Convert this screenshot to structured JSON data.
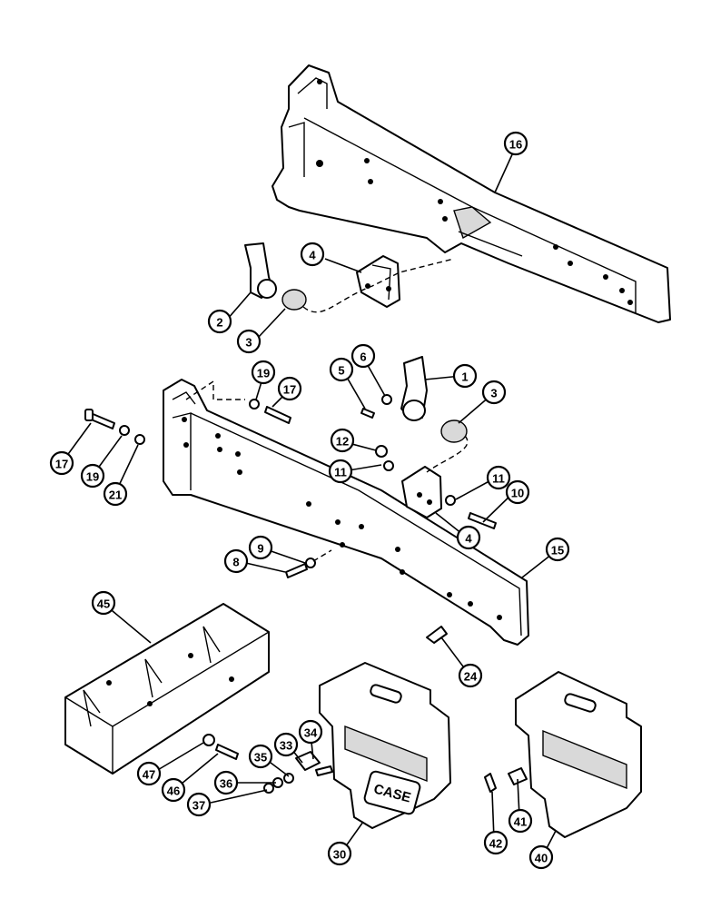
{
  "diagram": {
    "logo_text": "CASE",
    "callouts": [
      {
        "id": "c16",
        "label": "16"
      },
      {
        "id": "c4a",
        "label": "4"
      },
      {
        "id": "c2",
        "label": "2"
      },
      {
        "id": "c3a",
        "label": "3"
      },
      {
        "id": "c19a",
        "label": "19"
      },
      {
        "id": "c17a",
        "label": "17"
      },
      {
        "id": "c5",
        "label": "5"
      },
      {
        "id": "c6",
        "label": "6"
      },
      {
        "id": "c1",
        "label": "1"
      },
      {
        "id": "c3b",
        "label": "3"
      },
      {
        "id": "c17b",
        "label": "17"
      },
      {
        "id": "c19b",
        "label": "19"
      },
      {
        "id": "c21",
        "label": "21"
      },
      {
        "id": "c12",
        "label": "12"
      },
      {
        "id": "c11a",
        "label": "11"
      },
      {
        "id": "c11b",
        "label": "11"
      },
      {
        "id": "c10",
        "label": "10"
      },
      {
        "id": "c4b",
        "label": "4"
      },
      {
        "id": "c9",
        "label": "9"
      },
      {
        "id": "c8",
        "label": "8"
      },
      {
        "id": "c15",
        "label": "15"
      },
      {
        "id": "c45",
        "label": "45"
      },
      {
        "id": "c24",
        "label": "24"
      },
      {
        "id": "c34",
        "label": "34"
      },
      {
        "id": "c33",
        "label": "33"
      },
      {
        "id": "c35",
        "label": "35"
      },
      {
        "id": "c47",
        "label": "47"
      },
      {
        "id": "c46",
        "label": "46"
      },
      {
        "id": "c36",
        "label": "36"
      },
      {
        "id": "c37",
        "label": "37"
      },
      {
        "id": "c30",
        "label": "30"
      },
      {
        "id": "c41",
        "label": "41"
      },
      {
        "id": "c42",
        "label": "42"
      },
      {
        "id": "c40",
        "label": "40"
      }
    ]
  }
}
